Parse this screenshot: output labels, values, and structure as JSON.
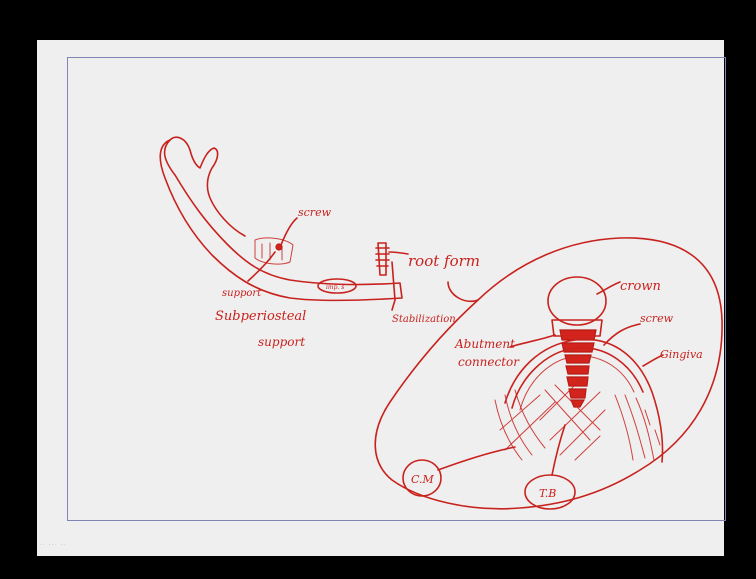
{
  "labels": {
    "screw_top": "screw",
    "root_form": "root form",
    "support": "support",
    "subperiosteal": "Subperiosteal",
    "support2": "support",
    "stabilization": "Stabilization",
    "crown": "crown",
    "abutment": "Abutment",
    "connector": "connector",
    "screw_right": "screw",
    "gingiva": "Gingiva",
    "cm": "C.M",
    "tb": "T.B",
    "implant_label": "imp. s"
  },
  "status_text": "·· ··· ··",
  "colors": {
    "ink": "#c8221e",
    "slide_background": "#efefef",
    "frame_border": "#7f86b5",
    "outer_background": "#000000"
  }
}
